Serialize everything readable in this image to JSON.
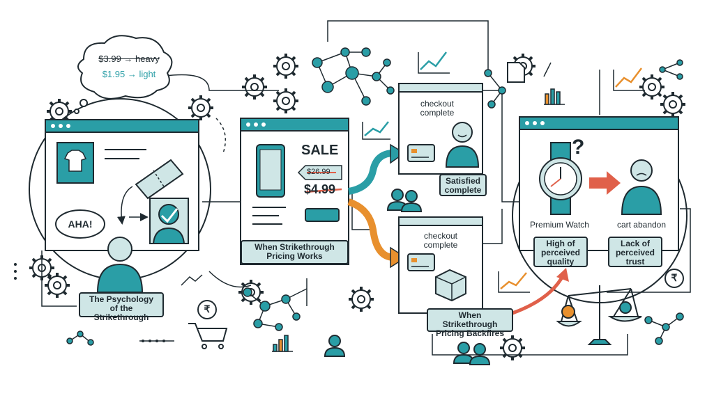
{
  "bubble": {
    "line1": "$3.99 → heavy",
    "line2": "$1.95 → light"
  },
  "psychology": {
    "aha": "AHA!",
    "title_line1": "The Psychology",
    "title_line2": "of the Strikethrough"
  },
  "works_panel": {
    "sale": "SALE",
    "old_price": "$26.99",
    "new_price": "$4.99",
    "caption_line1": "When Strikethrough",
    "caption_line2": "Pricing Works"
  },
  "checkout_top": {
    "line1": "checkout",
    "line2": "complete",
    "caption_line1": "Satisfied",
    "caption_line2": "complete"
  },
  "checkout_bottom": {
    "line1": "checkout",
    "line2": "complete",
    "caption_line1": "When Strikethrough",
    "caption_line2": "Pricing Backfires"
  },
  "watch_panel": {
    "question": "?",
    "watch_label": "Premium Watch",
    "abandon_label": "cart abandon",
    "quality_line1": "High of",
    "quality_line2": "perceived",
    "quality_line3": "quality",
    "trust_line1": "Lack of",
    "trust_line2": "perceived",
    "trust_line3": "trust"
  },
  "symbols": {
    "rupee": "₹"
  },
  "colors": {
    "teal": "#2a9ea6",
    "orange": "#e8902e",
    "red": "#e0604a",
    "dark": "#1f2a30",
    "label_bg": "#cfe6e6"
  },
  "icons": [
    "thought-bubble-icon",
    "gear-icon",
    "network-icon",
    "line-chart-icon",
    "bar-chart-icon",
    "tshirt-icon",
    "ticket-icon",
    "user-icon",
    "phone-icon",
    "credit-card-icon",
    "box-icon",
    "watch-icon",
    "scale-icon",
    "rupee-icon",
    "cart-icon",
    "arrow-icon"
  ]
}
